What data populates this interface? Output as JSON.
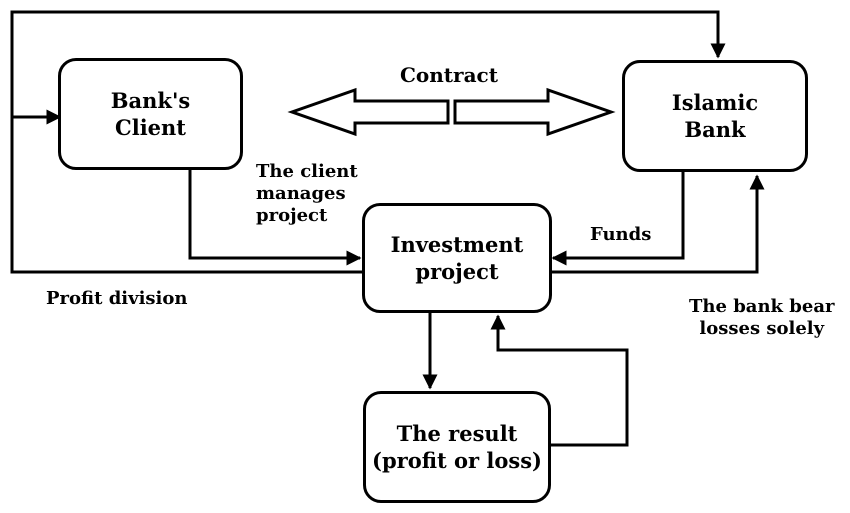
{
  "nodes": {
    "banks_client": {
      "line1": "Bank's",
      "line2": "Client"
    },
    "islamic_bank": {
      "line1": "Islamic",
      "line2": "Bank"
    },
    "investment_project": {
      "line1": "Investment",
      "line2": "project"
    },
    "result": {
      "line1": "The result",
      "line2": "(profit or loss)"
    }
  },
  "labels": {
    "contract": "Contract",
    "client_manages": [
      "The client",
      "manages",
      "project"
    ],
    "funds": "Funds",
    "profit_division": "Profit division",
    "bank_bears_losses": [
      "The bank bear",
      "losses solely"
    ]
  }
}
